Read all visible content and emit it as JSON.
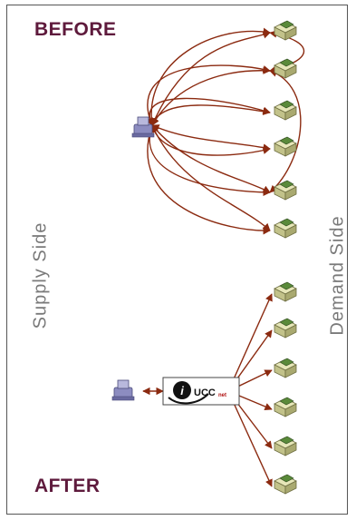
{
  "labels": {
    "before": "BEFORE",
    "after": "AFTER",
    "supply_side": "Supply Side",
    "demand_side": "Demand Side"
  },
  "logo": {
    "text": "UCC",
    "suffix": "net"
  },
  "colors": {
    "heading": "#5e1a3c",
    "side_label": "#7a7a7a",
    "arrow": "#8b2a10",
    "computer_body": "#d8d8a0",
    "computer_screen": "#5a8a3a",
    "supplier": "#8888b8"
  },
  "icons": {
    "supplier": "supplier-icon",
    "customer": "customer-computer-icon",
    "hub": "ucc-hub-logo"
  },
  "before": {
    "supplier_count": 1,
    "customer_count": 6,
    "topology": "point-to-point"
  },
  "after": {
    "supplier_count": 1,
    "customer_count": 6,
    "topology": "hub-and-spoke"
  }
}
